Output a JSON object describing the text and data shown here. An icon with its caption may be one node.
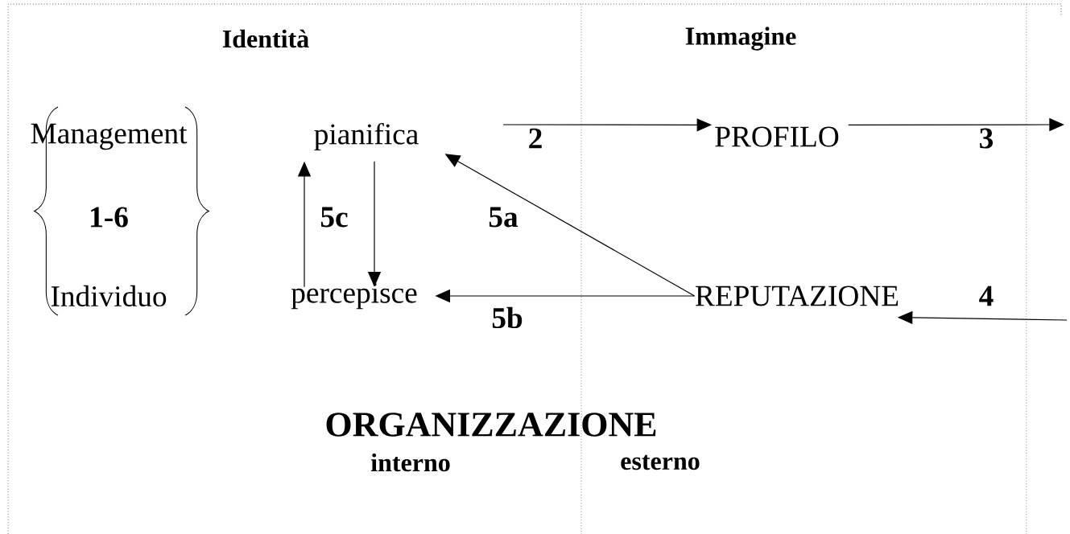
{
  "diagram": {
    "nodes": [
      {
        "text": [
          "pianifica"
        ]
      },
      {
        "text": [
          "percepisce"
        ]
      },
      {
        "text": [
          "PROFILO"
        ]
      },
      {
        "text": [
          "REPUTAZIONE"
        ]
      }
    ],
    "edges": [
      {
        "from": null,
        "to": 2,
        "arrow": "to",
        "label": "2"
      },
      {
        "from": 2,
        "to": null,
        "arrow": "to",
        "label": "3"
      },
      {
        "from": null,
        "to": 3,
        "arrow": "to",
        "label": "4"
      },
      {
        "from": 3,
        "to": 0,
        "arrow": "to",
        "label": "5a"
      },
      {
        "from": 3,
        "to": 1,
        "arrow": "to",
        "label": "5b"
      },
      {
        "from": 1,
        "to": 0,
        "arrow": "to",
        "label": "5c"
      },
      {
        "from": 0,
        "to": 1,
        "arrow": "to"
      }
    ],
    "labels": [
      "Identità",
      "Immagine",
      "Management",
      "1-6",
      "Individuo",
      "ORGANIZZAZIONE",
      "interno",
      "esterno"
    ]
  }
}
